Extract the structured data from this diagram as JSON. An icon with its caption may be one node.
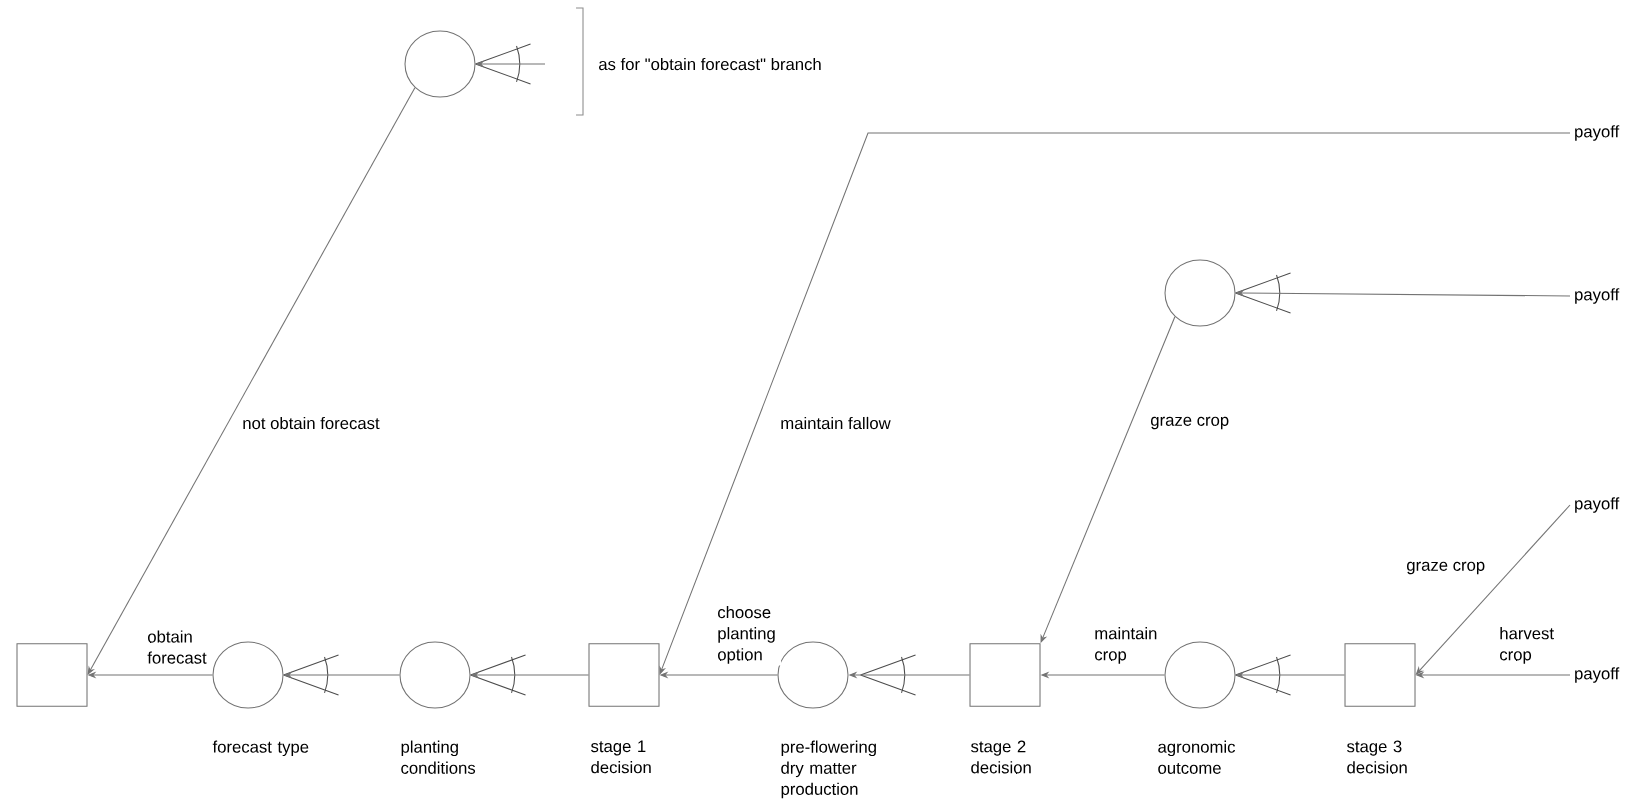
{
  "diagram": {
    "nodes": [
      {
        "text": [],
        "shape": "box"
      },
      {
        "text": [],
        "shape": "circle"
      },
      {
        "text": [],
        "shape": "circle",
        "beside": [
          "forecast type"
        ]
      },
      {
        "text": [],
        "shape": "circle",
        "beside": [
          "planting conditions"
        ]
      },
      {
        "text": [],
        "shape": "box",
        "beside": [
          "stage 1 decision"
        ]
      },
      {
        "text": [],
        "shape": "circle",
        "beside": [
          "pre-flowering dry matter production"
        ]
      },
      {
        "text": [],
        "shape": "box",
        "beside": [
          "stage 2 decision"
        ]
      },
      {
        "text": [],
        "shape": "circle",
        "beside": [
          "agronomic outcome"
        ]
      },
      {
        "text": [],
        "shape": "box",
        "beside": [
          "stage 3 decision"
        ]
      },
      {
        "text": [],
        "shape": "circle"
      },
      {
        "text": [
          "payoff"
        ]
      },
      {
        "text": [
          "payoff"
        ]
      },
      {
        "text": [
          "payoff"
        ]
      },
      {
        "text": [
          "payoff"
        ]
      }
    ],
    "edges": [
      {
        "from": 2,
        "to": 0,
        "arrow": "to",
        "label": "obtain forecast"
      },
      {
        "from": 1,
        "to": 0,
        "arrow": "to",
        "label": "not obtain forecast"
      },
      {
        "from": null,
        "to": 1,
        "arrow": "to"
      },
      {
        "from": 3,
        "to": 2,
        "arrow": "to"
      },
      {
        "from": 4,
        "to": 3,
        "arrow": "to"
      },
      {
        "from": 10,
        "to": 4,
        "arrow": "to",
        "label": "maintain fallow"
      },
      {
        "from": 5,
        "to": 4,
        "arrow": "to",
        "label": "choose planting option"
      },
      {
        "from": 6,
        "to": 5,
        "arrow": "to"
      },
      {
        "from": 9,
        "to": 6,
        "arrow": "to",
        "label": "graze crop"
      },
      {
        "from": 11,
        "to": 9,
        "arrow": "to"
      },
      {
        "from": 7,
        "to": 6,
        "arrow": "to",
        "label": "maintain crop"
      },
      {
        "from": 8,
        "to": 7,
        "arrow": "to"
      },
      {
        "from": 12,
        "to": 8,
        "arrow": "to",
        "label": "graze crop"
      },
      {
        "from": 13,
        "to": 8,
        "arrow": "to",
        "label": "harvest crop"
      }
    ],
    "labels": [
      "as for \"obtain forecast\" branch"
    ]
  }
}
